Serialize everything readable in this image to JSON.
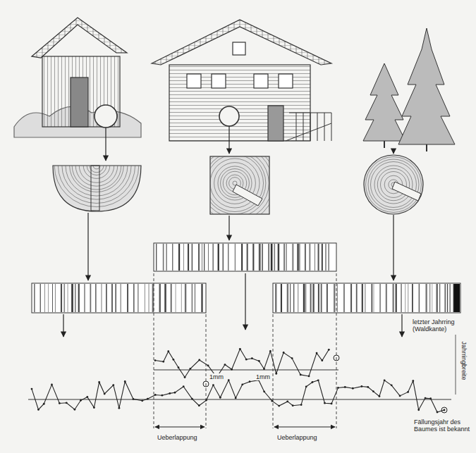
{
  "diagram": {
    "labels": [
      "letzter Jahrring (Waldkante)",
      "Jahrringbreite",
      "1mm",
      "1mm",
      "Fällungsjahr des Baumes ist bekannt",
      "Ueberlappung",
      "Ueberlappung"
    ]
  }
}
